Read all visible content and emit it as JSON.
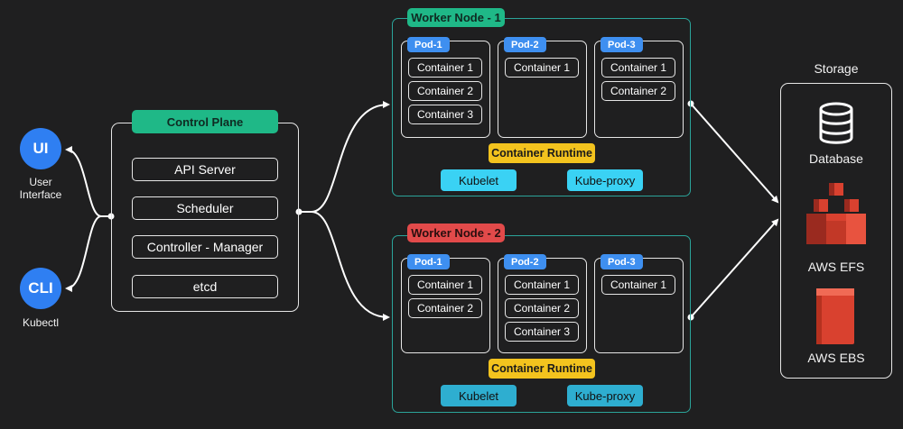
{
  "colors": {
    "background": "#1f1f20",
    "client_blue": "#2f7ff2",
    "control_plane_green": "#1fb887",
    "worker1_tag": "#1fb887",
    "worker2_tag": "#e24a4a",
    "node_border": "#2ba49a",
    "pod_tag": "#3e8ff0",
    "runtime_yellow": "#f3c31e",
    "kubelet_cyan": "#3ad2f4",
    "kubelet_cyan_dim": "#2eaed0",
    "aws_red": "#d9412f"
  },
  "clients": {
    "ui": {
      "icon": "UI",
      "caption_line1": "User",
      "caption_line2": "Interface"
    },
    "cli": {
      "icon": "CLI",
      "caption": "Kubectl"
    }
  },
  "control_plane": {
    "title": "Control Plane",
    "components": [
      "API Server",
      "Scheduler",
      "Controller - Manager",
      "etcd"
    ]
  },
  "worker_nodes": [
    {
      "title": "Worker Node - 1",
      "pods": [
        {
          "name": "Pod-1",
          "containers": [
            "Container 1",
            "Container 2",
            "Container 3"
          ]
        },
        {
          "name": "Pod-2",
          "containers": [
            "Container 1"
          ]
        },
        {
          "name": "Pod-3",
          "containers": [
            "Container 1",
            "Container 2"
          ]
        }
      ],
      "runtime": "Container Runtime",
      "kubelet": "Kubelet",
      "kube_proxy": "Kube-proxy"
    },
    {
      "title": "Worker Node - 2",
      "pods": [
        {
          "name": "Pod-1",
          "containers": [
            "Container 1",
            "Container 2"
          ]
        },
        {
          "name": "Pod-2",
          "containers": [
            "Container 1",
            "Container 2",
            "Container 3"
          ]
        },
        {
          "name": "Pod-3",
          "containers": [
            "Container 1"
          ]
        }
      ],
      "runtime": "Container Runtime",
      "kubelet": "Kubelet",
      "kube_proxy": "Kube-proxy"
    }
  ],
  "storage": {
    "title": "Storage",
    "items": [
      {
        "label": "Database",
        "icon": "database-icon"
      },
      {
        "label": "AWS EFS",
        "icon": "aws-efs-icon"
      },
      {
        "label": "AWS EBS",
        "icon": "aws-ebs-icon"
      }
    ]
  }
}
